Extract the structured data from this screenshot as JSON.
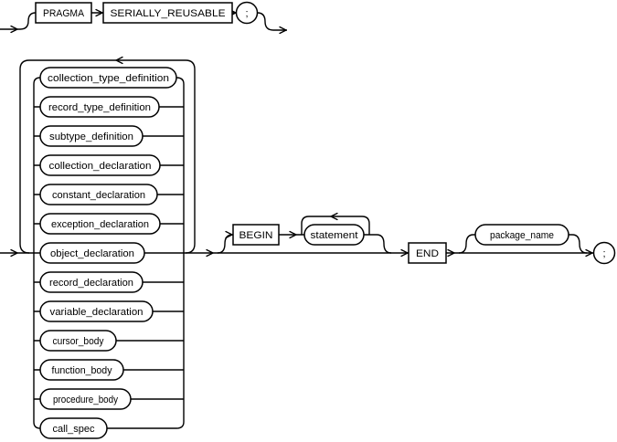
{
  "pragma_row": {
    "pragma": "PRAGMA",
    "serially_reusable": "SERIALLY_REUSABLE",
    "terminator": ";"
  },
  "declaration_loop": {
    "items": [
      "collection_type_definition",
      "record_type_definition",
      "subtype_definition",
      "collection_declaration",
      "constant_declaration",
      "exception_declaration",
      "object_declaration",
      "record_declaration",
      "variable_declaration",
      "cursor_body",
      "function_body",
      "procedure_body",
      "call_spec"
    ]
  },
  "body_row": {
    "begin": "BEGIN",
    "statement": "statement",
    "end": "END",
    "package_name": "package_name",
    "terminator": ";"
  }
}
